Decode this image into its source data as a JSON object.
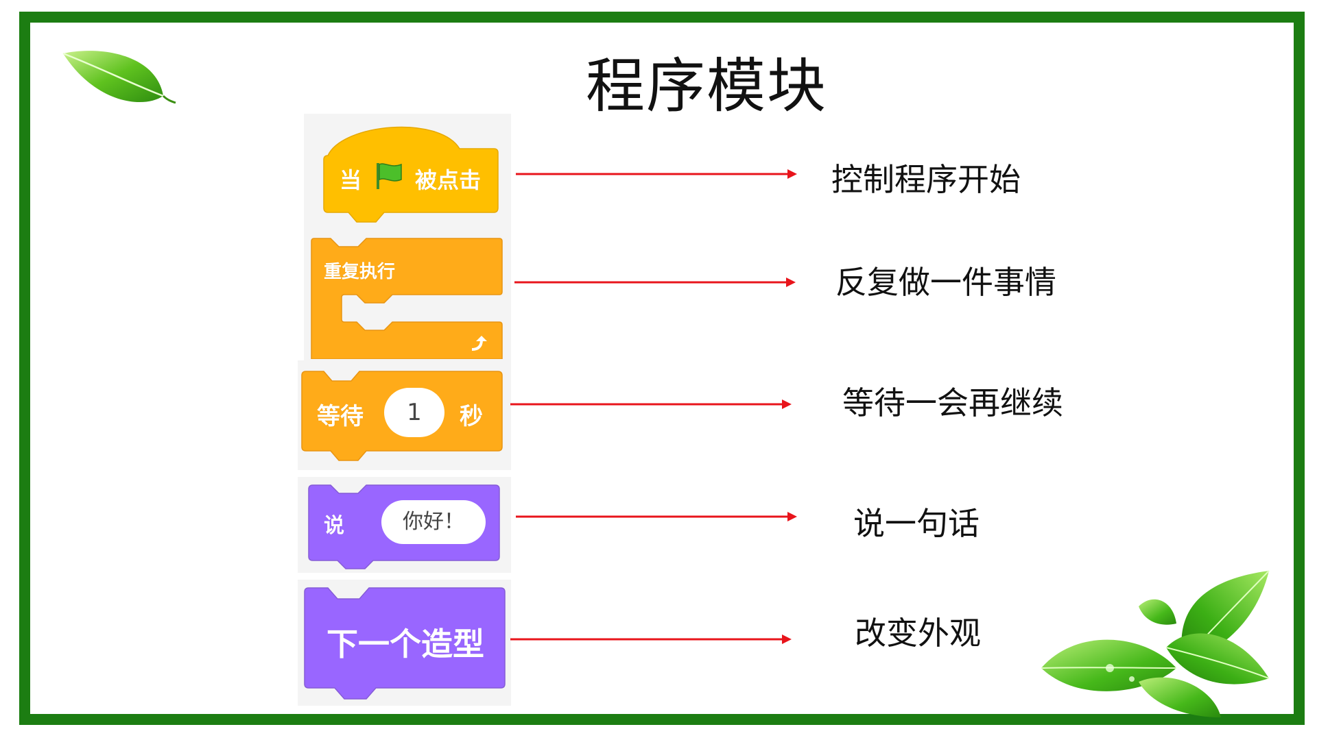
{
  "slide": {
    "title": "程序模块",
    "border_color": "#1c7d12",
    "arrow_color": "#e8141b"
  },
  "blocks": [
    {
      "id": "when-flag-clicked",
      "category": "events",
      "color": "#ffbf00",
      "label_before": "当",
      "icon": "green-flag-icon",
      "label_after": "被点击",
      "description": "控制程序开始"
    },
    {
      "id": "forever",
      "category": "control",
      "color": "#ffab19",
      "label": "重复执行",
      "icon": "loop-arrow-icon",
      "description": "反复做一件事情"
    },
    {
      "id": "wait-seconds",
      "category": "control",
      "color": "#ffab19",
      "label_before": "等待",
      "input_value": "1",
      "label_after": "秒",
      "description": "等待一会再继续"
    },
    {
      "id": "say",
      "category": "looks",
      "color": "#9966ff",
      "label": "说",
      "input_value": "你好！",
      "description": "说一句话"
    },
    {
      "id": "next-costume",
      "category": "looks",
      "color": "#9966ff",
      "label": "下一个造型",
      "description": "改变外观"
    }
  ],
  "decorations": {
    "top_left": "leaf-icon",
    "bottom_right": "leaves-cluster-icon"
  }
}
